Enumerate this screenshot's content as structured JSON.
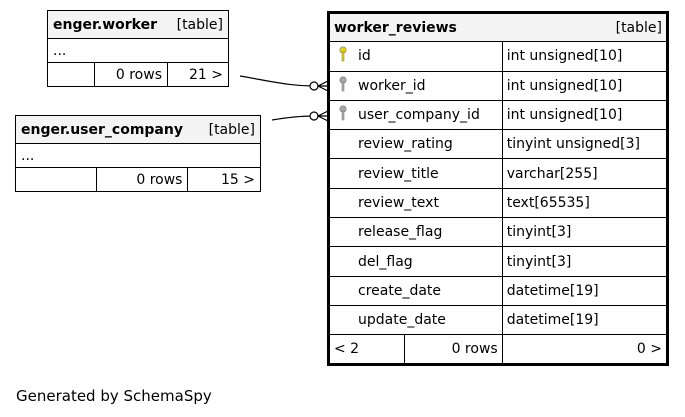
{
  "tables": {
    "worker": {
      "name": "enger.worker",
      "kind": "[table]",
      "ellipsis": "...",
      "rows": "0 rows",
      "children": "21 >"
    },
    "user_company": {
      "name": "enger.user_company",
      "kind": "[table]",
      "ellipsis": "...",
      "rows": "0 rows",
      "children": "15 >"
    },
    "worker_reviews": {
      "name": "worker_reviews",
      "kind": "[table]",
      "columns": [
        {
          "name": "id",
          "type": "int unsigned[10]",
          "key": "primary"
        },
        {
          "name": "worker_id",
          "type": "int unsigned[10]",
          "key": "foreign"
        },
        {
          "name": "user_company_id",
          "type": "int unsigned[10]",
          "key": "foreign"
        },
        {
          "name": "review_rating",
          "type": "tinyint unsigned[3]",
          "key": ""
        },
        {
          "name": "review_title",
          "type": "varchar[255]",
          "key": ""
        },
        {
          "name": "review_text",
          "type": "text[65535]",
          "key": ""
        },
        {
          "name": "release_flag",
          "type": "tinyint[3]",
          "key": ""
        },
        {
          "name": "del_flag",
          "type": "tinyint[3]",
          "key": ""
        },
        {
          "name": "create_date",
          "type": "datetime[19]",
          "key": ""
        },
        {
          "name": "update_date",
          "type": "datetime[19]",
          "key": ""
        }
      ],
      "parents": "< 2",
      "rows": "0 rows",
      "children": "0 >"
    }
  },
  "colors": {
    "header_bg": "#f4f4f4",
    "primary_key": "#e6d400",
    "foreign_key": "#a8a8a8"
  },
  "footer": "Generated by SchemaSpy"
}
